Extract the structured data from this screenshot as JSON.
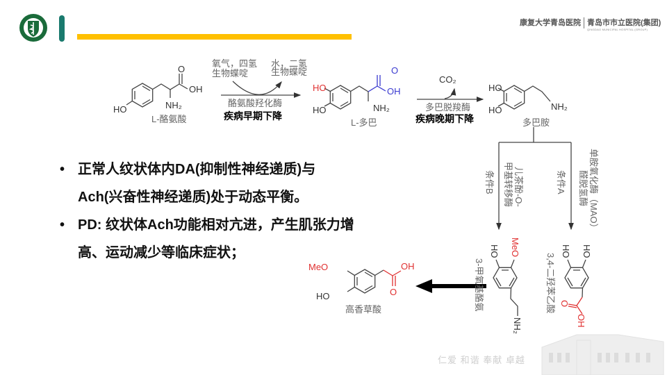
{
  "header": {
    "hospital_name_cn": "康复大学青岛医院",
    "hospital_group_cn": "青岛市市立医院(集团)",
    "hospital_group_en": "QINGDAO MUNICIPAL HOSPITAL (GROUP)"
  },
  "footer": {
    "motto": "仁爱 和谐 奉献 卓越"
  },
  "colors": {
    "accent_yellow": "#ffc000",
    "accent_teal": "#1a7a6e",
    "logo_green": "#1a6b3a",
    "highlight_red": "#e03030",
    "highlight_blue": "#3a3ad0"
  },
  "diagram": {
    "tyrosine": {
      "name": "L-酪氨酸"
    },
    "step1": {
      "reagent_in_1": "氧气，四氢",
      "reagent_in_2": "生物蝶啶",
      "reagent_out_1": "水，二氢",
      "reagent_out_2": "生物蝶啶",
      "enzyme": "酪氨酸羟化酶",
      "note": "疾病早期下降"
    },
    "ldopa": {
      "name": "L-多巴"
    },
    "step2": {
      "byproduct": "CO₂",
      "enzyme": "多巴脱羧酶",
      "note": "疾病晚期下降"
    },
    "dopamine": {
      "name": "多巴胺"
    },
    "branch_b": {
      "condition": "条件B",
      "enzyme_1": "儿茶酚-O-",
      "enzyme_2": "甲基转移酶"
    },
    "branch_a": {
      "condition": "条件A",
      "enzyme_1": "单胺氧化酶（MAO）",
      "enzyme_2": "醛脱氢酶"
    },
    "methoxytyramine": {
      "name": "3-甲氧基酪氨"
    },
    "dopac": {
      "name": "3,4-二羟苯乙酸"
    },
    "hva": {
      "name": "高香草酸"
    },
    "atoms": {
      "ho": "HO",
      "oh": "OH",
      "nh2": "NH₂",
      "o": "O",
      "meo": "MeO"
    }
  },
  "bullets": [
    {
      "symbol": "•",
      "lines": [
        "正常人纹状体内DA(抑制性神经递质)与",
        "Ach(兴奋性神经递质)处于动态平衡。"
      ]
    },
    {
      "symbol": "•",
      "lines": [
        "PD: 纹状体Ach功能相对亢进，产生肌张力增",
        "高、运动减少等临床症状；"
      ]
    }
  ]
}
